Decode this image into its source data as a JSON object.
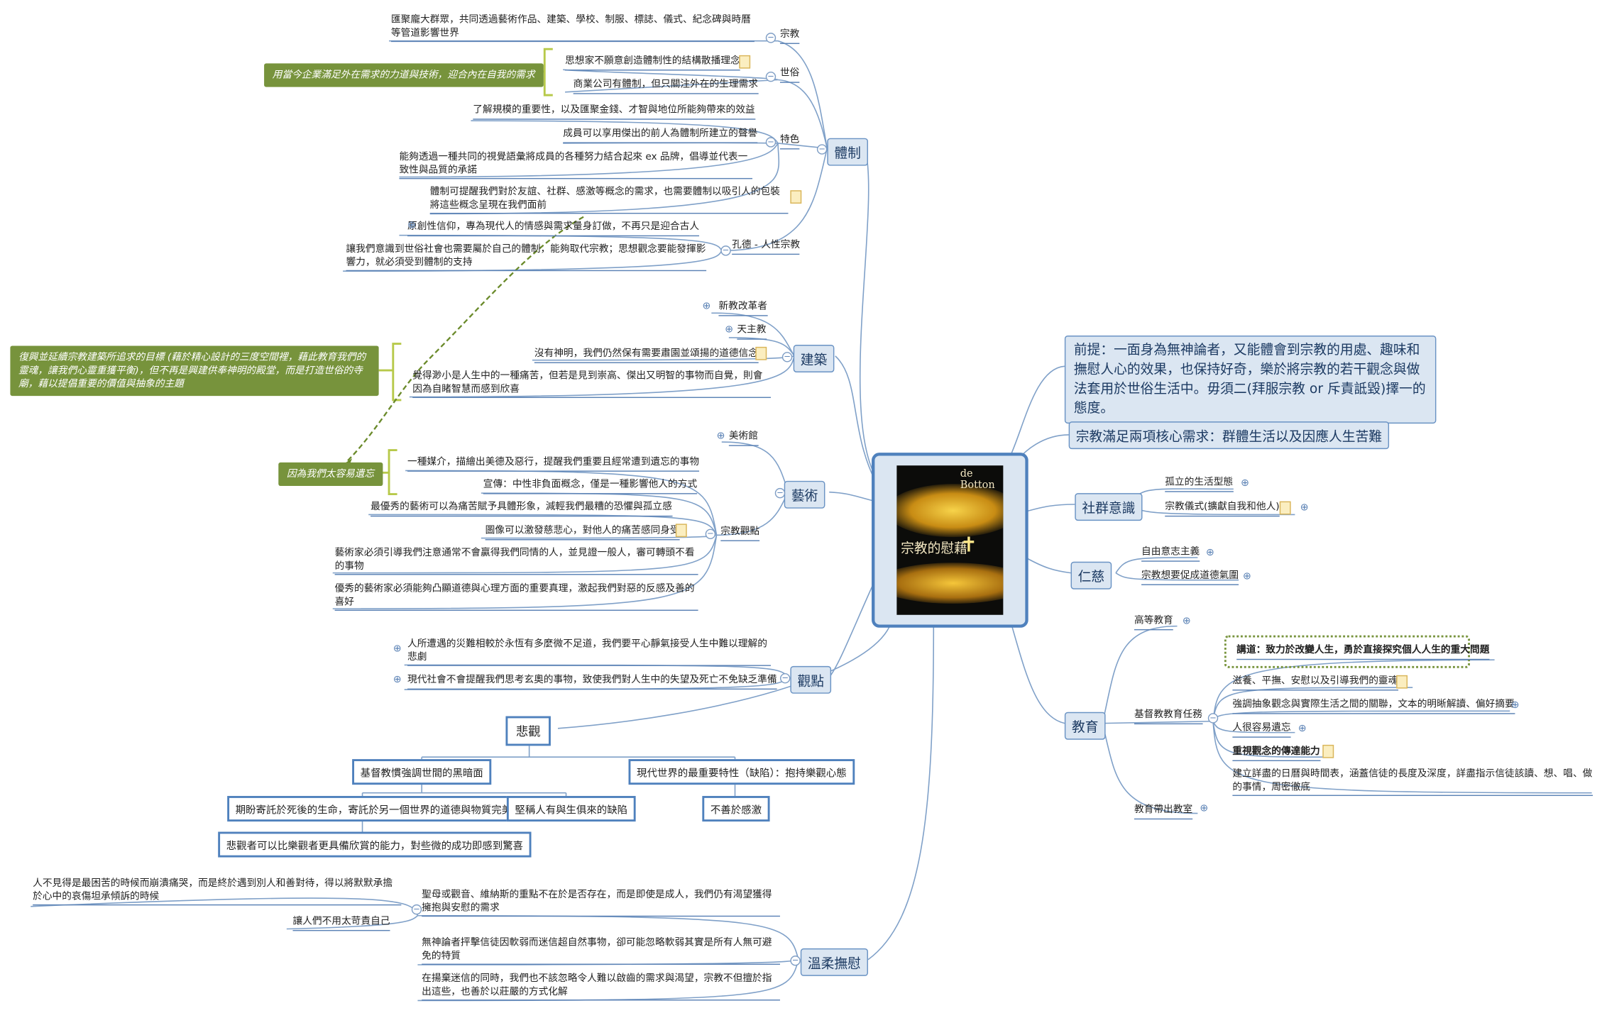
{
  "center": {
    "book_title": "宗教的慰藉",
    "book_author": "de Botton"
  },
  "right": {
    "premise": "前提：一面身為無神論者，又能體會到宗教的用處、趣味和撫慰人心的效果，也保持好奇，樂於將宗教的若干觀念與做法套用於世俗生活中。毋須二(拜服宗教 or 斥責詆毀)擇一的態度。",
    "needs": "宗教滿足兩項核心需求：群體生活以及因應人生苦難",
    "community": {
      "label": "社群意識",
      "items": [
        "孤立的生活型態",
        "宗教儀式(擴獻自我和他人)"
      ]
    },
    "kindness": {
      "label": "仁慈",
      "items": [
        "自由意志主義",
        "宗教想要促成道德氣圍"
      ]
    },
    "education": {
      "label": "教育",
      "higher": "高等教育",
      "tasks_label": "基督教教育任務",
      "highlight": "講道：致力於改變人生，勇於直接探究個人人生的重大問題",
      "tasks": [
        "滋養、平撫、安慰以及引導我們的靈魂",
        "強調抽象觀念與實際生活之間的關聯，文本的明晰解讀、偏好摘要",
        "人很容易遺忘",
        "重視觀念的傳達能力",
        "建立詳盡的日曆與時間表，涵蓋信徒的長度及深度，詳盡指示信徒該讀、想、唱、做的事情，周密徹底"
      ],
      "out_of_class": "教育帶出教室"
    }
  },
  "left": {
    "institution": {
      "label": "體制",
      "religion_label": "宗教",
      "religion_text": "匯聚龐大群眾，共同透過藝術作品、建築、學校、制服、標誌、儀式、紀念碑與時曆等管道影響世界",
      "secular_label": "世俗",
      "secular_items": [
        "思想家不願意創造體制性的結構散播理念",
        "商業公司有體制，但只關注外在的生理需求"
      ],
      "green_note": "用當今企業滿足外在需求的力道與技術，迎合內在自我的需求",
      "features_label": "特色",
      "features": [
        "了解規模的重要性，以及匯聚金錢、才智與地位所能夠帶來的效益",
        "成員可以享用傑出的前人為體制所建立的聲譽",
        "能夠透過一種共同的視覺語彙將成員的各種努力結合起來 ex 品牌，倡導並代表一致性與品質的承諾",
        "體制可提醒我們對於友誼、社群、感激等概念的需求，也需要體制以吸引人的包裝將這些概念呈現在我們面前"
      ],
      "comte_label": "孔德 - 人性宗教",
      "comte_items": [
        "原創性信仰，專為現代人的情感與需求量身訂做，不再只是迎合古人",
        "讓我們意識到世俗社會也需要屬於自己的體制，能夠取代宗教；思想觀念要能發揮影響力，就必須受到體制的支持"
      ]
    },
    "architecture": {
      "label": "建築",
      "items": [
        "新教改革者",
        "天主教",
        "沒有神明，我們仍然保有需要肅園並頌揚的道德信念",
        "覺得渺小是人生中的一種痛苦，但若是見到崇高、傑出又明智的事物而自覺，則會因為自睹智慧而感到欣喜"
      ],
      "green_note": "復興並延續宗教建築所追求的目標 (藉於精心設計的三度空間裡，藉此教育我們的靈魂，讓我們心靈重獲平衡)，但不再是興建供奉神明的殿堂，而是打造世俗的寺廟，藉以提倡重要的價值與抽象的主題"
    },
    "art": {
      "label": "藝術",
      "museum": "美術館",
      "view_label": "宗教觀點",
      "green_note": "因為我們太容易遺忘",
      "items": [
        "一種媒介，描繪出美德及惡行，提醒我們重要且經常遭到遺忘的事物",
        "宣傳：中性非負面概念，僅是一種影響他人的方式",
        "最優秀的藝術可以為痛苦賦予具體形象，減輕我們最糟的恐懼與孤立感",
        "圖像可以激發慈悲心，對他人的痛苦感同身受",
        "藝術家必須引導我們注意通常不會贏得我們同情的人，並見證一般人，審可轉頭不看的事物",
        "優秀的藝術家必須能夠凸顯道德與心理方面的重要真理，激起我們對惡的反感及善的喜好"
      ]
    },
    "viewpoint": {
      "label": "觀點",
      "items": [
        "人所遭遇的災難相較於永恆有多麼微不足道，我們要平心靜氣接受人生中難以理解的悲劇",
        "現代社會不會提醒我們思考玄奧的事物，致使我們對人生中的失望及死亡不免缺乏準備"
      ]
    },
    "pessimism": {
      "label": "悲觀",
      "left_head": "基督教慣強調世間的黑暗面",
      "right_head": "現代世界的最重要特性（缺陷）：抱持樂觀心態",
      "left_a": "期盼寄託於死後的生命，寄託於另一個世界的道德與物質完美",
      "left_b": "堅稱人有與生俱來的缺陷",
      "right_a": "不善於感激",
      "bottom": "悲觀者可以比樂觀者更具備欣賞的能力，對些微的成功即感到驚喜"
    },
    "comfort": {
      "label": "溫柔撫慰",
      "items": [
        "聖母或觀音、維納斯的重點不在於是否存在，而是即使是成人，我們仍有渴望獲得擁抱與安慰的需求",
        "無神論者抨擊信徒因軟弱而迷信超自然事物，卻可能忽略軟弱其實是所有人無可避免的特質",
        "在揚棄迷信的同時，我們也不該忽略令人難以啟齒的需求與渴望，宗教不但擅於指出這些，也善於以莊嚴的方式化解"
      ],
      "left_a": "人不見得是最困苦的時候而崩潰痛哭，而是終於遇到別人和善對待，得以將默默承擔於心中的哀傷坦承傾訴的時候",
      "left_b": "讓人們不用太苛責自己"
    }
  },
  "colors": {
    "branch_line": "#5b82b5",
    "topic_fill": "#dbe6f2",
    "green_note": "#77933c",
    "dashed_arrow": "#6a8a2a"
  }
}
